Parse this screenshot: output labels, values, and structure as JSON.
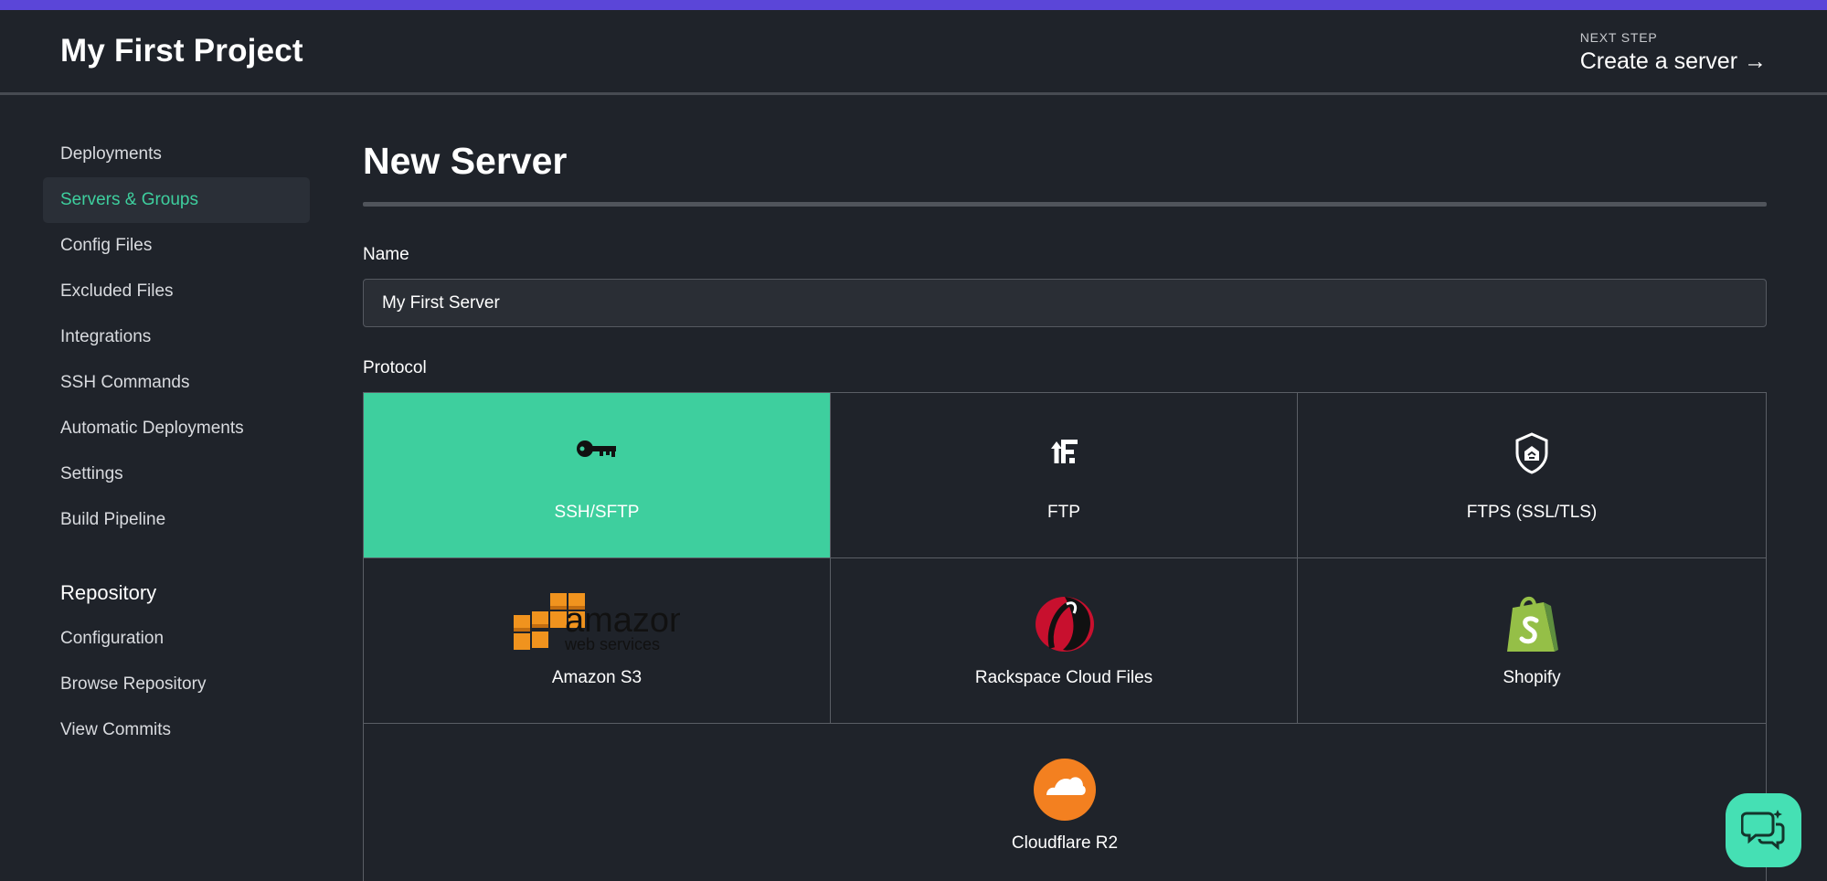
{
  "header": {
    "project_title": "My First Project",
    "next_step_label": "NEXT STEP",
    "next_step_link": "Create a server →"
  },
  "sidebar": {
    "items": [
      {
        "label": "Deployments"
      },
      {
        "label": "Servers & Groups"
      },
      {
        "label": "Config Files"
      },
      {
        "label": "Excluded Files"
      },
      {
        "label": "Integrations"
      },
      {
        "label": "SSH Commands"
      },
      {
        "label": "Automatic Deployments"
      },
      {
        "label": "Settings"
      },
      {
        "label": "Build Pipeline"
      }
    ],
    "active_item": "Servers & Groups",
    "repository_title": "Repository",
    "repository_items": [
      {
        "label": "Configuration"
      },
      {
        "label": "Browse Repository"
      },
      {
        "label": "View Commits"
      }
    ]
  },
  "main": {
    "page_title": "New Server",
    "name_label": "Name",
    "name_value": "My First Server",
    "protocol_label": "Protocol",
    "protocols": [
      {
        "label": "SSH/SFTP",
        "icon": "key-icon",
        "selected": true
      },
      {
        "label": "FTP",
        "icon": "ftp-icon",
        "selected": false
      },
      {
        "label": "FTPS (SSL/TLS)",
        "icon": "shield-icon",
        "selected": false
      },
      {
        "label": "Amazon S3",
        "icon": "amazon-web-services-logo",
        "logo_text": "amazon",
        "logo_subtext": "web services",
        "selected": false
      },
      {
        "label": "Rackspace Cloud Files",
        "icon": "rackspace-logo",
        "selected": false
      },
      {
        "label": "Shopify",
        "icon": "shopify-logo",
        "selected": false
      },
      {
        "label": "Cloudflare R2",
        "icon": "cloudflare-logo",
        "selected": false
      }
    ]
  },
  "colors": {
    "accent_top": "#5b46d8",
    "selected_tile": "#3ecf9e",
    "active_nav_text": "#3ecf9e",
    "background": "#1f232a",
    "chat_button": "#45e0b4"
  },
  "chat": {
    "icon": "chat-bubbles-icon"
  }
}
